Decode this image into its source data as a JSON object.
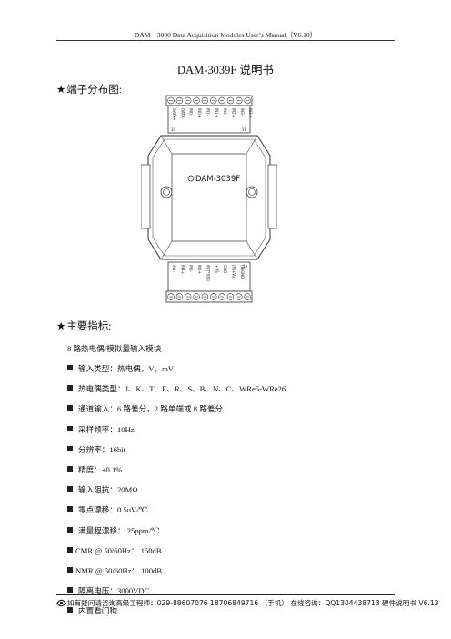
{
  "header": {
    "running_title": "DAM－3000 Data Acquisition Modules User’s Manual（V6.10）"
  },
  "document": {
    "title": "DAM-3039F  说明书"
  },
  "sections": {
    "terminal": "端子分布图:",
    "specs": "主要指标:",
    "star": "★"
  },
  "diagram": {
    "model_label": "DAM-3039F",
    "top_pins": [
      "DATA+",
      "DATA-",
      "IN0-",
      "IN0+",
      "IN1-",
      "IN1+",
      "IN2-",
      "IN2+",
      "IN3-",
      "IN3+"
    ],
    "top_pin_numbers": [
      "20",
      "",
      "",
      "",
      "",
      "",
      "",
      "",
      "",
      "11"
    ],
    "bottom_pins": [
      "IN4-",
      "IN4+",
      "IN5-",
      "IN5+",
      "INIT*/DIO",
      "+VS",
      "GND",
      "(R)+Vs",
      "(B)GND",
      ""
    ],
    "bottom_pin_numbers": [
      "",
      "",
      "",
      "",
      "",
      "",
      "",
      "",
      "",
      "10"
    ]
  },
  "specs": {
    "intro": "8 路热电偶/模拟量输入模块",
    "items": [
      "输入类型：热电偶，V，mV",
      "热电偶类型：J、K、T、E、R、S、B、N、C、WRe5-WRe26",
      "通道输入：6 路差分，2 路单端或 8 路差分",
      "采样频率：10Hz",
      "分辨率：16bit",
      "精度：±0.1%",
      "输入阻抗：20MΩ",
      "零点漂移：0.5uV/℃",
      "满量程漂移：  25ppm/℃",
      "CMR @ 50/60Hz：  150dB",
      "NMR @ 50/60Hz：  100dB",
      "隔离电压：3000VDC",
      "内置看门狗"
    ]
  },
  "footer": {
    "text": "如有疑问请咨询高级工程师：029-88607076 18706849716 （手机）  在线咨询：QQ1304438713      硬件说明书 V6.13"
  },
  "colors": {
    "text": "#111111",
    "line": "#222222"
  }
}
